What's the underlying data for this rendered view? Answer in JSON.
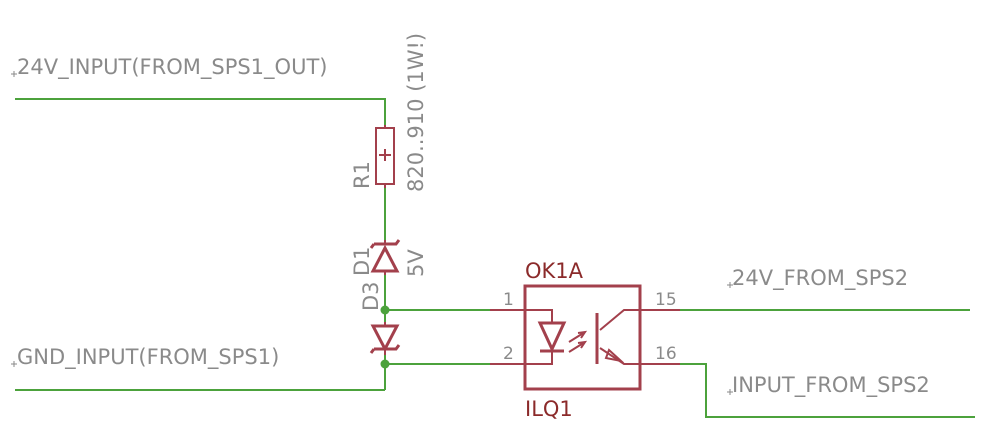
{
  "nets": {
    "input_24v": "24V_INPUT(FROM_SPS1_OUT)",
    "gnd_input": "GND_INPUT(FROM_SPS1)",
    "out_24v": "24V_FROM_SPS2",
    "out_input": "INPUT_FROM_SPS2"
  },
  "resistor": {
    "name": "R1",
    "value": "820..910 (1W!)"
  },
  "diode_d1": {
    "name": "D1",
    "value": "5V"
  },
  "diode_d3": {
    "name": "D3"
  },
  "optocoupler": {
    "name": "OK1A",
    "value": "ILQ1",
    "pins": {
      "p1": "1",
      "p2": "2",
      "p15": "15",
      "p16": "16"
    }
  }
}
